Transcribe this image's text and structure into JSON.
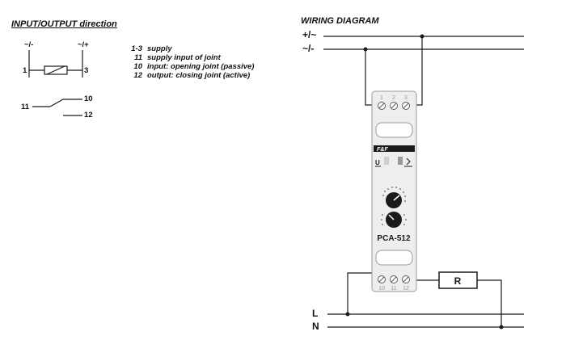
{
  "io_section": {
    "title": "INPUT/OUTPUT direction",
    "symbol_labels": {
      "left_polarity": "~/-",
      "right_polarity": "~/+",
      "terminal_1": "1",
      "terminal_3": "3",
      "terminal_11": "11",
      "terminal_10": "10",
      "terminal_12": "12"
    },
    "legend": [
      {
        "code": "1-3",
        "description": "supply"
      },
      {
        "code": "11",
        "description": "supply input of joint"
      },
      {
        "code": "10",
        "description": "input: opening joint (passive)"
      },
      {
        "code": "12",
        "description": "output: closing joint (active)"
      }
    ]
  },
  "wiring_section": {
    "title": "WIRING DIAGRAM",
    "bus_top_plus": "+/~",
    "bus_top_minus": "~/-",
    "bus_L": "L",
    "bus_N": "N",
    "device": {
      "brand": "F&F",
      "model": "PCA-512",
      "u_label": "U",
      "top_terminals": [
        "1",
        "2",
        "3"
      ],
      "bottom_terminals": [
        "10",
        "11",
        "12"
      ]
    },
    "load_label": "R"
  },
  "colors": {
    "line": "#1a1a1a",
    "device_body": "#eeeeee",
    "device_outline": "#9a9a9a"
  }
}
